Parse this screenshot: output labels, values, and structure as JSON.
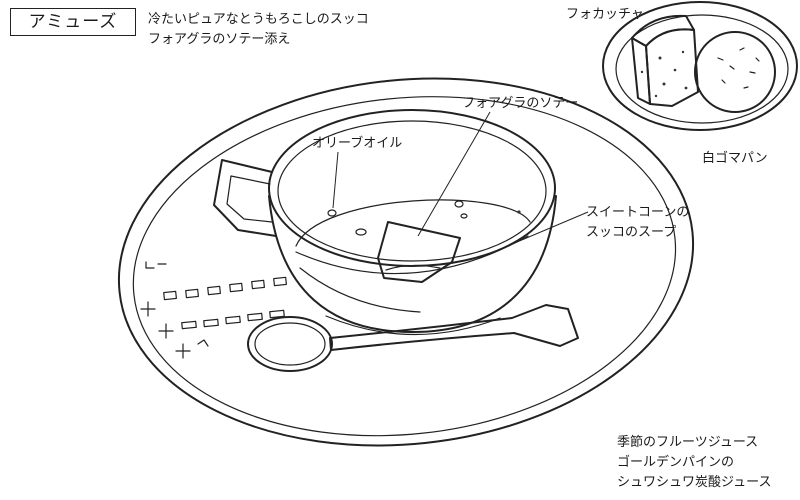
{
  "header": {
    "title": "アミューズ",
    "description_lines": [
      "冷たいピュアなとうもろこしのスッコ",
      "フォアグラのソテー添え"
    ]
  },
  "bread_plate": {
    "focaccia_label": "フォカッチャ",
    "sesame_bun_label": "白ゴマパン"
  },
  "soup_bowl": {
    "foie_gras_label": "フォアグラのソテー",
    "olive_oil_label": "オリーブオイル",
    "soup_label_lines": [
      "スイートコーンの",
      "スッコのスープ"
    ]
  },
  "drink": {
    "lines": [
      "季節のフルーツジュース",
      "ゴールデンパインの",
      "シュワシュワ炭酸ジュース"
    ]
  }
}
